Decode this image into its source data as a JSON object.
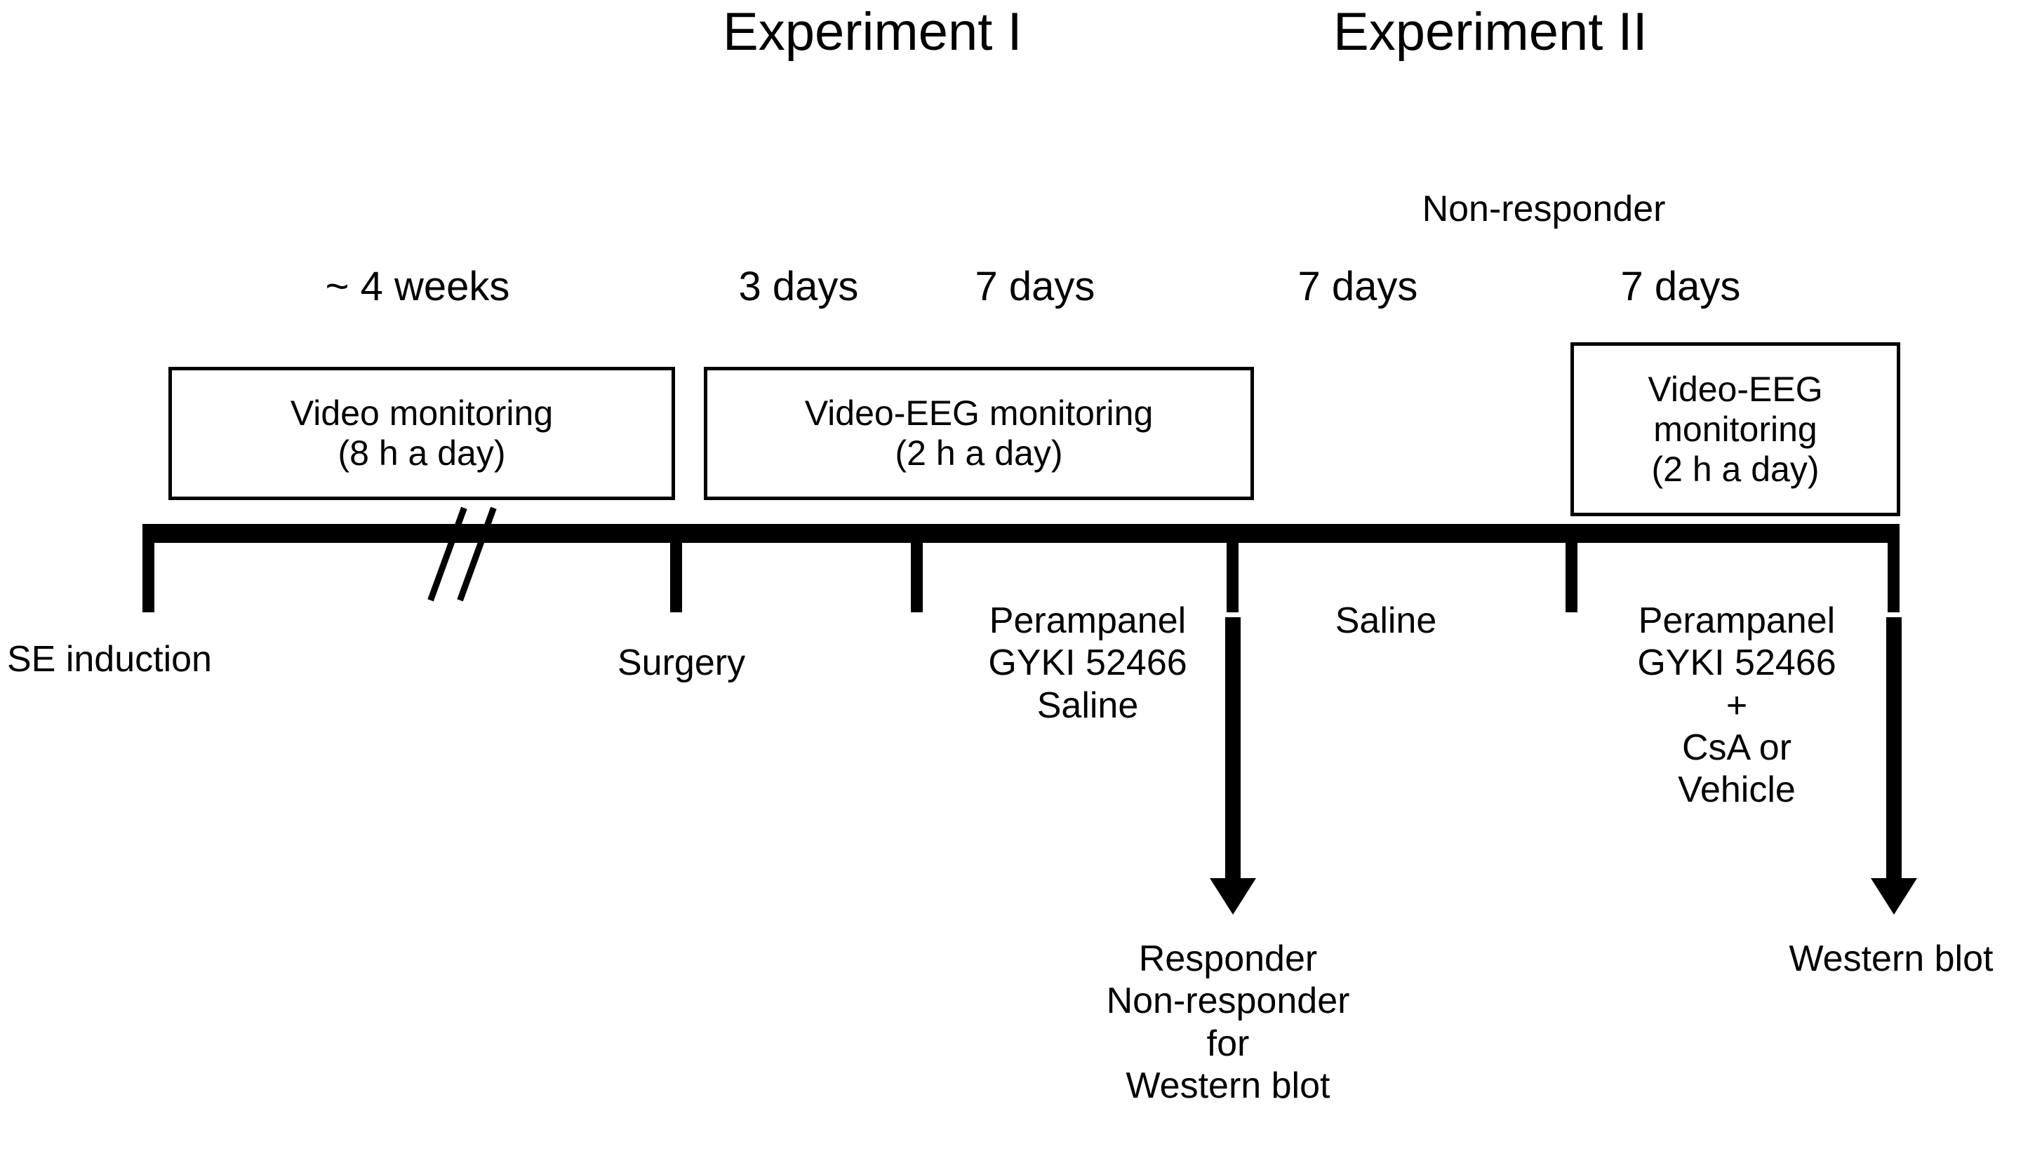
{
  "experiments": [
    {
      "title": "Experiment I"
    },
    {
      "title": "Experiment II"
    }
  ],
  "annotations": {
    "non_responder": "Non-responder"
  },
  "durations": [
    {
      "label": "~ 4 weeks"
    },
    {
      "label": "3 days"
    },
    {
      "label": "7 days"
    },
    {
      "label": "7 days"
    },
    {
      "label": "7 days"
    }
  ],
  "monitoring_boxes": [
    {
      "name": "video-monitoring",
      "lines": [
        "Video monitoring",
        "(8 h a day)"
      ]
    },
    {
      "name": "video-eeg-monitoring-1",
      "lines": [
        "Video-EEG monitoring",
        "(2 h a day)"
      ]
    },
    {
      "name": "video-eeg-monitoring-2",
      "lines": [
        "Video-EEG",
        "monitoring",
        "(2 h a day)"
      ]
    }
  ],
  "events": {
    "se_induction": "SE induction",
    "surgery": "Surgery",
    "treatment_1": [
      "Perampanel",
      "GYKI 52466",
      "Saline"
    ],
    "saline_middle": "Saline",
    "treatment_2": [
      "Perampanel",
      "GYKI 52466",
      "+",
      "CsA or",
      "Vehicle"
    ]
  },
  "outcomes": {
    "responder_block": [
      "Responder",
      "Non-responder",
      "for",
      "Western blot"
    ],
    "western_blot": "Western blot"
  },
  "colors": {
    "ink": "#000000",
    "background": "#ffffff"
  },
  "chart_data": {
    "type": "timeline",
    "title": "Experimental design timeline",
    "axis_break_after": "~ 4 weeks",
    "phases": [
      {
        "experiment": "Experiment I",
        "duration": "~ 4 weeks",
        "activity": "Video monitoring (8 h a day)",
        "start_event": "SE induction"
      },
      {
        "experiment": "Experiment I",
        "duration": "3 days",
        "activity": "Video-EEG monitoring (2 h a day)",
        "start_event": "Surgery"
      },
      {
        "experiment": "Experiment I",
        "duration": "7 days",
        "activity": "Video-EEG monitoring (2 h a day)",
        "start_event": "Perampanel / GYKI 52466 / Saline"
      },
      {
        "experiment": "Experiment II",
        "duration": "7 days",
        "activity": "Saline",
        "start_event": "Saline",
        "group": "Non-responder"
      },
      {
        "experiment": "Experiment II",
        "duration": "7 days",
        "activity": "Video-EEG monitoring (2 h a day)",
        "start_event": "Perampanel / GYKI 52466 + CsA or Vehicle"
      }
    ],
    "endpoints": [
      {
        "label": "Responder Non-responder for Western blot",
        "after": "Experiment I 7 days"
      },
      {
        "label": "Western blot",
        "after": "Experiment II 7 days"
      }
    ]
  }
}
